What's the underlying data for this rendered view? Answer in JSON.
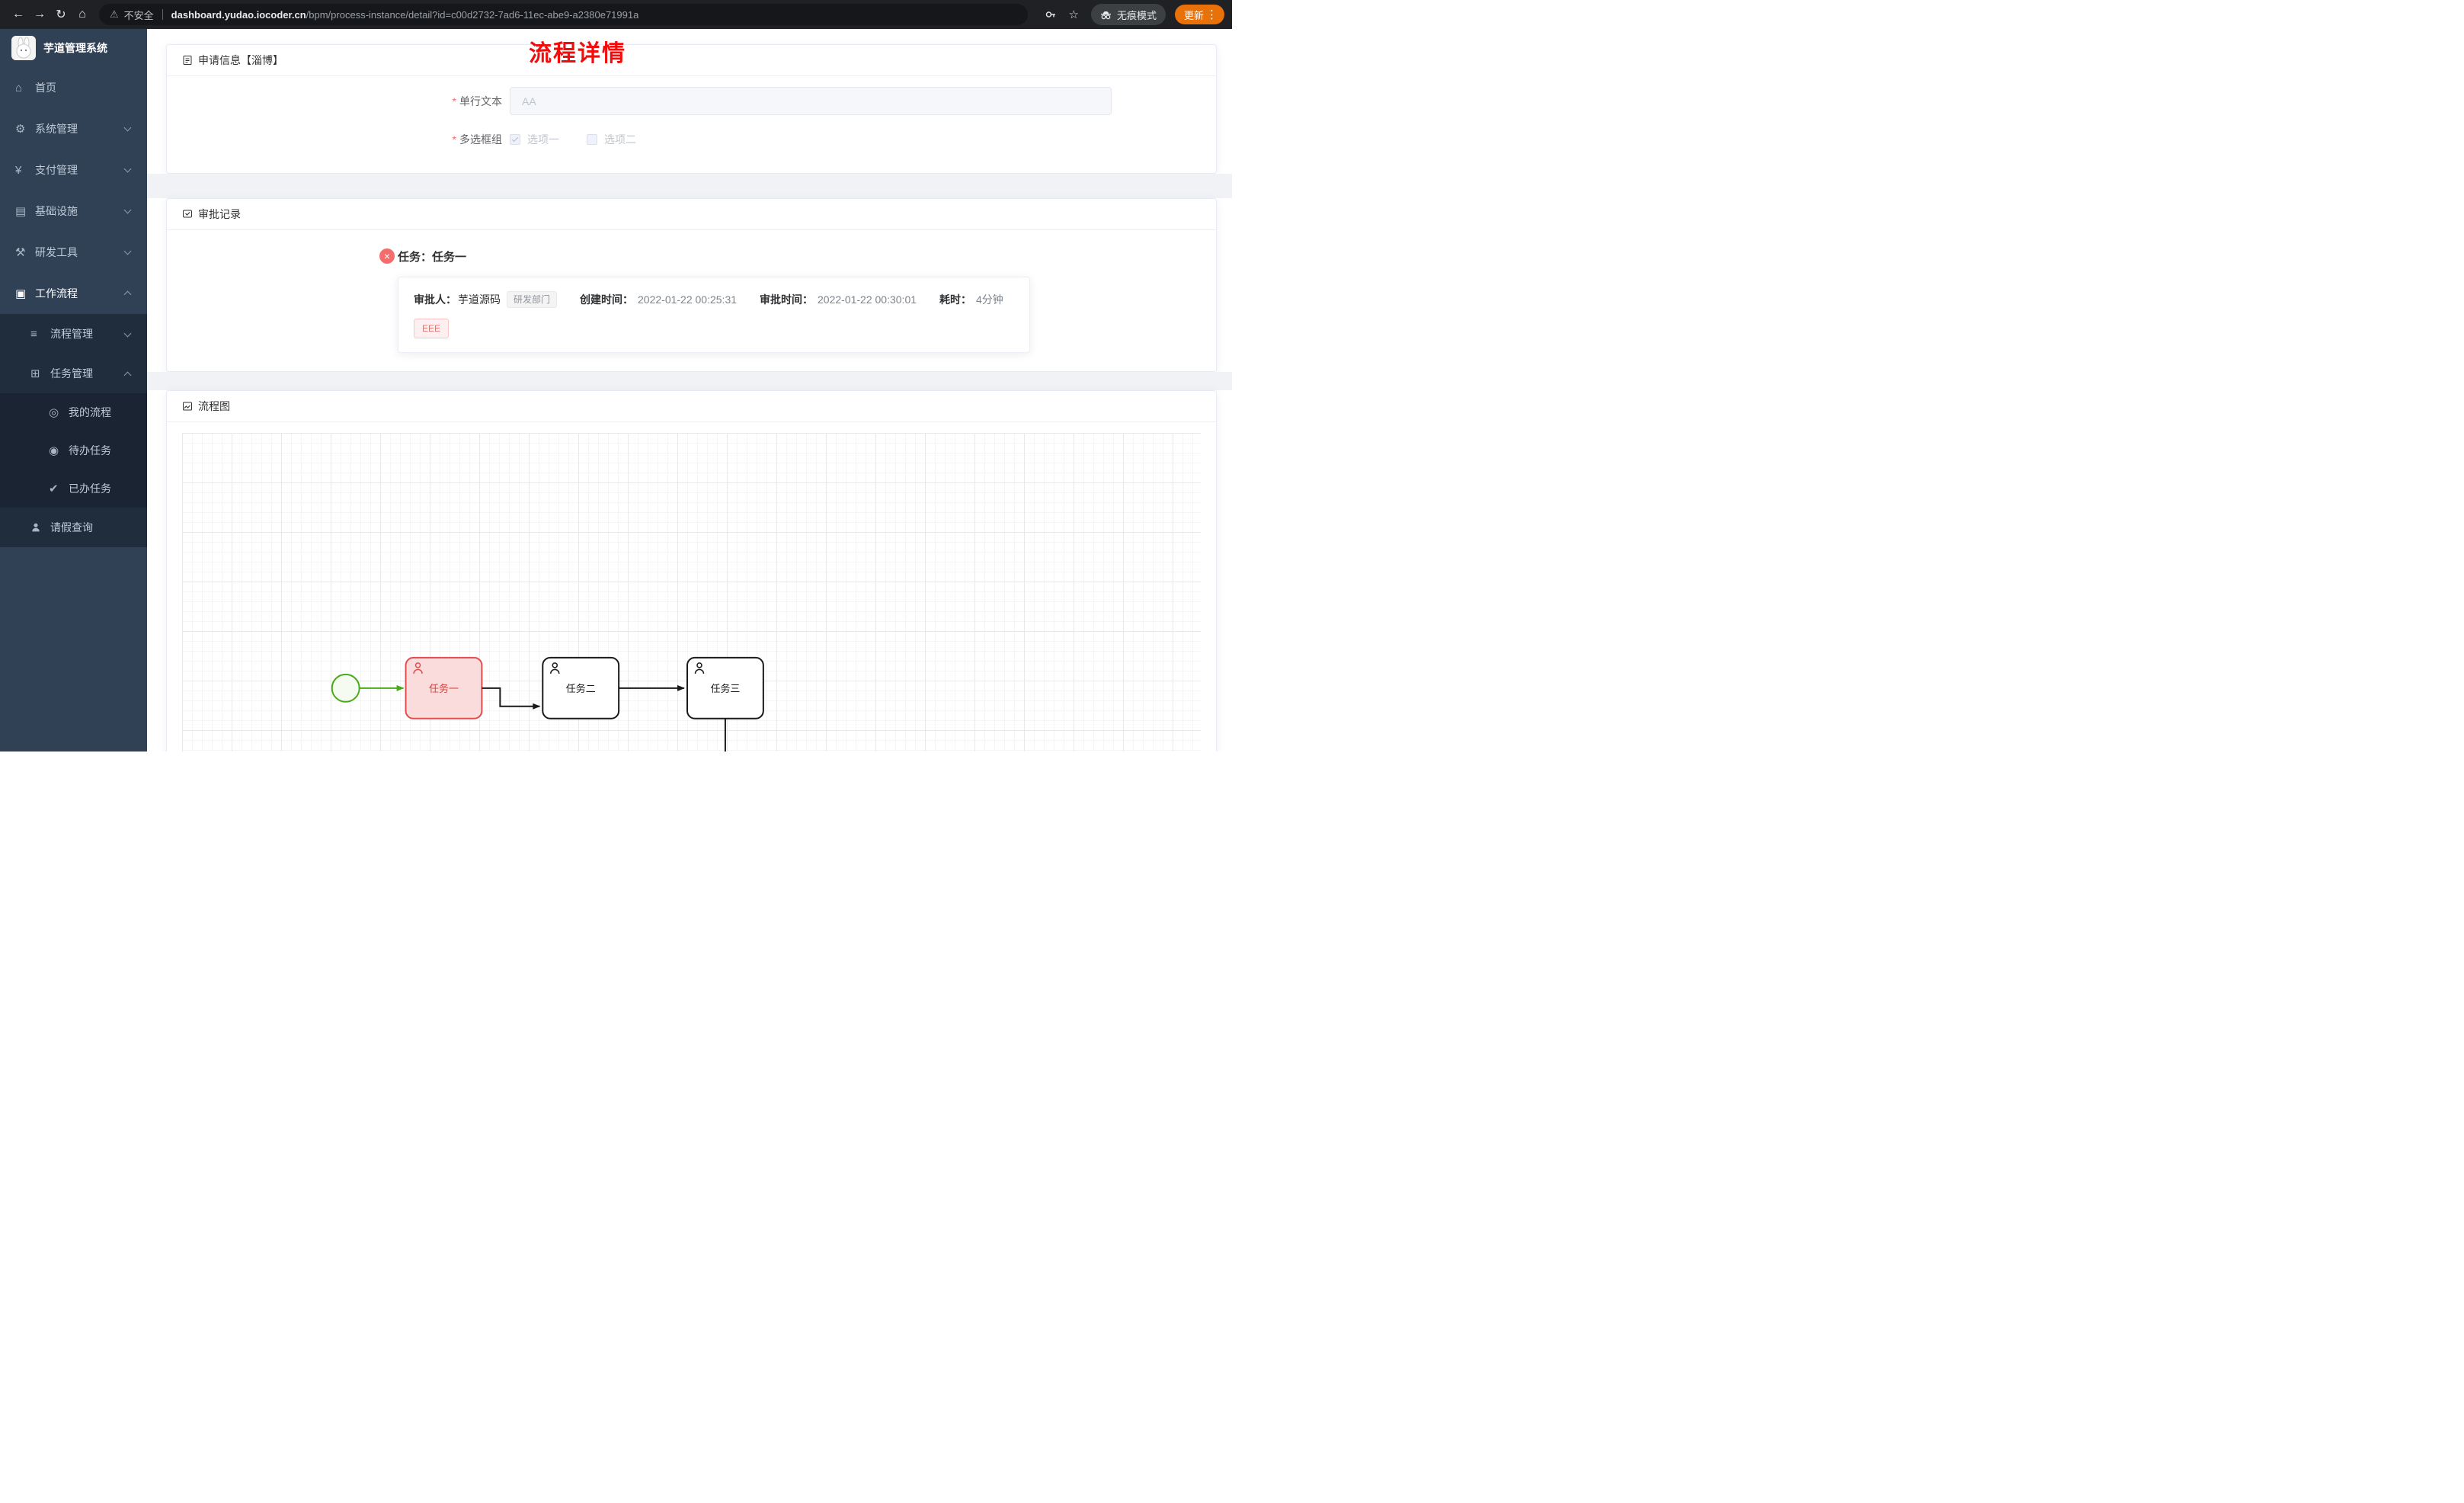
{
  "browser": {
    "security_label": "不安全",
    "url_host": "dashboard.yudao.iocoder.cn",
    "url_path": "/bpm/process-instance/detail?id=c00d2732-7ad6-11ec-abe9-a2380e71991a",
    "incognito_label": "无痕模式",
    "update_label": "更新"
  },
  "sidebar": {
    "title": "芋道管理系统",
    "items": [
      {
        "label": "首页",
        "icon": "dashboard-icon"
      },
      {
        "label": "系统管理",
        "icon": "gear-icon"
      },
      {
        "label": "支付管理",
        "icon": "yen-icon"
      },
      {
        "label": "基础设施",
        "icon": "infrastructure-icon"
      },
      {
        "label": "研发工具",
        "icon": "tools-icon"
      },
      {
        "label": "工作流程",
        "icon": "workflow-icon"
      },
      {
        "label": "流程管理",
        "icon": "process-list-icon"
      },
      {
        "label": "任务管理",
        "icon": "task-tree-icon"
      },
      {
        "label": "我的流程",
        "icon": "my-process-icon"
      },
      {
        "label": "待办任务",
        "icon": "todo-eye-icon"
      },
      {
        "label": "已办任务",
        "icon": "done-task-icon"
      },
      {
        "label": "请假查询",
        "icon": "person-icon"
      }
    ]
  },
  "page": {
    "title": "流程详情"
  },
  "apply": {
    "header": "申请信息【淄博】",
    "text_label": "单行文本",
    "text_value": "AA",
    "group_label": "多选框组",
    "option1": "选项一",
    "option2": "选项二"
  },
  "record": {
    "header": "审批记录",
    "task_title": "任务：任务一",
    "approver_label": "审批人：",
    "approver_name": "芋道源码",
    "dept_tag": "研发部门",
    "created_label": "创建时间：",
    "created_time": "2022-01-22 00:25:31",
    "approved_label": "审批时间：",
    "approved_time": "2022-01-22 00:30:01",
    "duration_label": "耗时：",
    "duration_value": "4分钟",
    "comment_tag": "EEE"
  },
  "diagram": {
    "header": "流程图",
    "task1": "任务一",
    "task2": "任务二",
    "task3": "任务三"
  },
  "colors": {
    "page_title_red": "#f20d0d",
    "update_pill_orange": "#e8710a",
    "sidebar_bg": "#304156",
    "submenu_bg": "#1f2d3d",
    "task_active_border": "#e34d4d",
    "task_active_fill": "#fbdcdc",
    "start_event_green": "#49aa19",
    "error_icon_red": "#f56c6c"
  }
}
